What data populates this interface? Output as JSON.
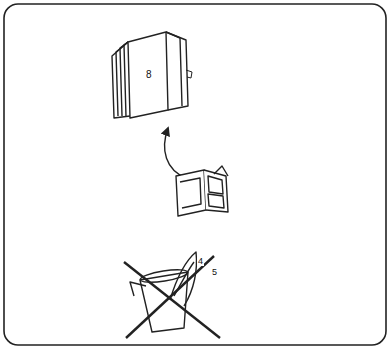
{
  "diagram": {
    "labels": [
      "8",
      "4",
      "5"
    ]
  }
}
